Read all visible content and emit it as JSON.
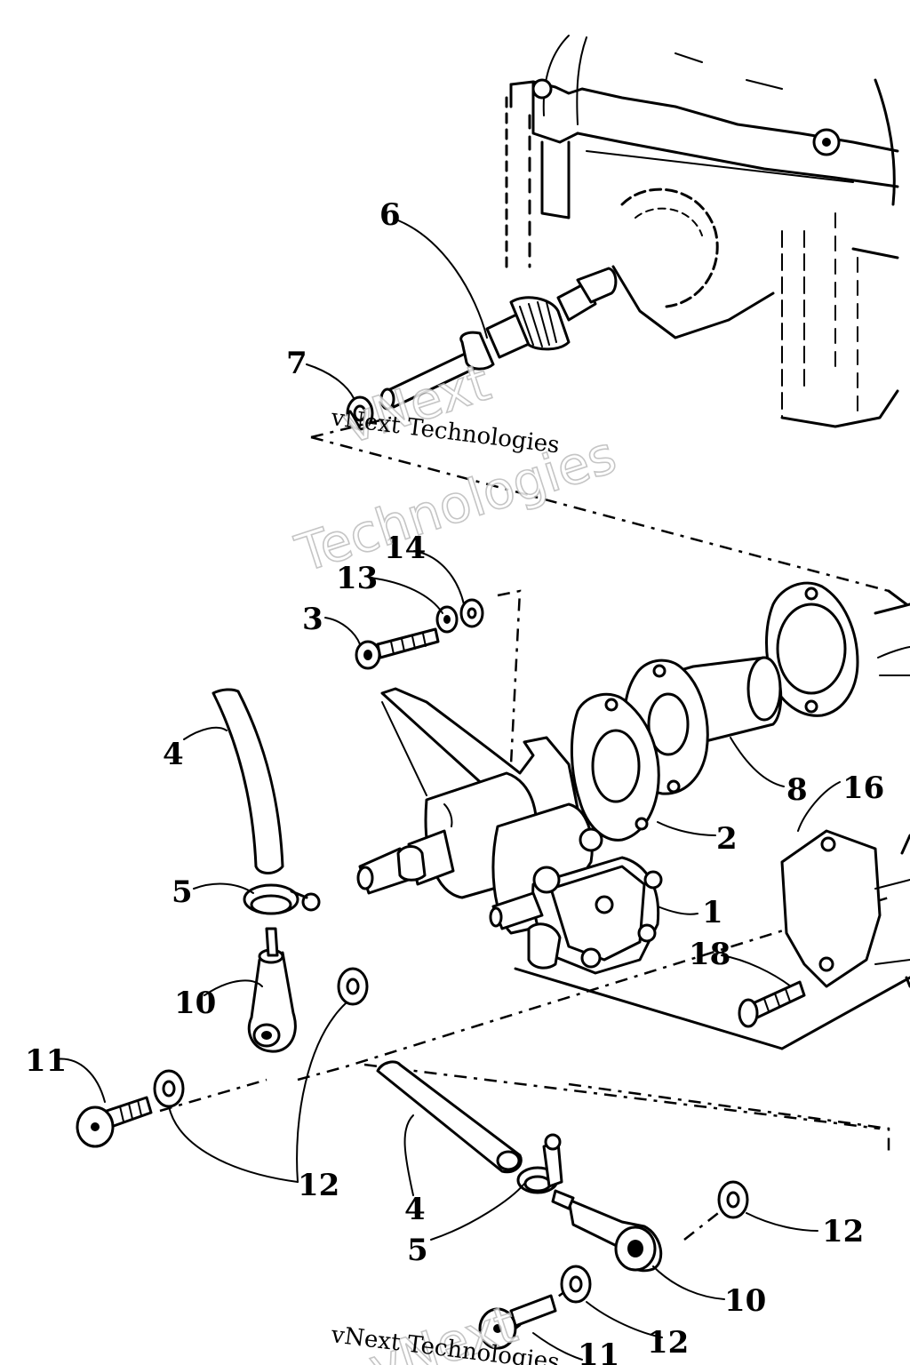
{
  "callouts": {
    "n1": "1",
    "n2": "2",
    "n3": "3",
    "n4a": "4",
    "n4b": "4",
    "n5a": "5",
    "n5b": "5",
    "n6": "6",
    "n7": "7",
    "n8": "8",
    "n10a": "10",
    "n10b": "10",
    "n11a": "11",
    "n11b": "11",
    "n12a": "12",
    "n12b": "12",
    "n12c": "12",
    "n13": "13",
    "n14": "14",
    "n16": "16",
    "n18": "18"
  },
  "watermark": {
    "line": "vNext Technologies",
    "big_word1": "vNext",
    "big_word2": "Technologies"
  }
}
